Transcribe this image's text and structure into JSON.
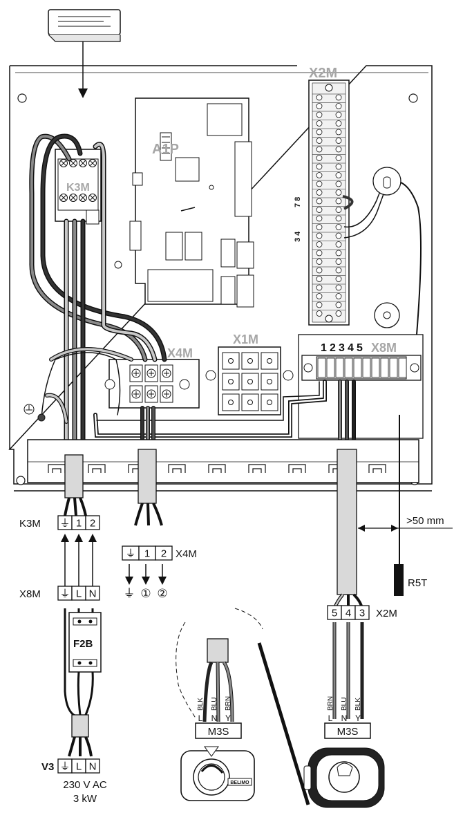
{
  "components": {
    "a1p": "A1P",
    "k3m": "K3M",
    "x1m": "X1M",
    "x2m": "X2M",
    "x4m": "X4M",
    "x8m": "X8M",
    "f2b": "F2B",
    "m3s": "M3S",
    "r5t": "R5T",
    "v3": "V3"
  },
  "x2m_numbers": {
    "n78": "7 8",
    "n34": "3 4"
  },
  "x8m_numbers": [
    "1",
    "2",
    "3",
    "4",
    "5"
  ],
  "clearance": ">50 mm",
  "power": {
    "voltage": "230 V AC",
    "rating": "3 kW"
  },
  "terminal_blocks": {
    "k3m": {
      "label": "K3M",
      "cells": [
        "⏚",
        "1",
        "2"
      ]
    },
    "x8m": {
      "label": "X8M",
      "cells": [
        "⏚",
        "L",
        "N"
      ]
    },
    "x4m": {
      "label": "X4M",
      "cells": [
        "⏚",
        "1",
        "2"
      ]
    },
    "x4m_arrows": [
      "⏚",
      "①",
      "②"
    ],
    "x2m": {
      "label": "X2M",
      "cells": [
        "5",
        "4",
        "3"
      ]
    },
    "v3": {
      "label": "V3",
      "cells": [
        "⏚",
        "L",
        "N"
      ]
    }
  },
  "m3s_left": {
    "wires": [
      "BLK",
      "BLU",
      "BRN"
    ],
    "pins": [
      "L",
      "N",
      "Y"
    ]
  },
  "m3s_right": {
    "wires": [
      "BRN",
      "BLU",
      "BLK"
    ],
    "pins": [
      "L",
      "N",
      "Y"
    ]
  },
  "actuator_brand": "BELIMO",
  "colors": {
    "label_grey": "#a6a6a6",
    "wire_dark": "#333333",
    "wire_mid": "#8a8a8a",
    "wire_light": "#c8c8c8"
  }
}
